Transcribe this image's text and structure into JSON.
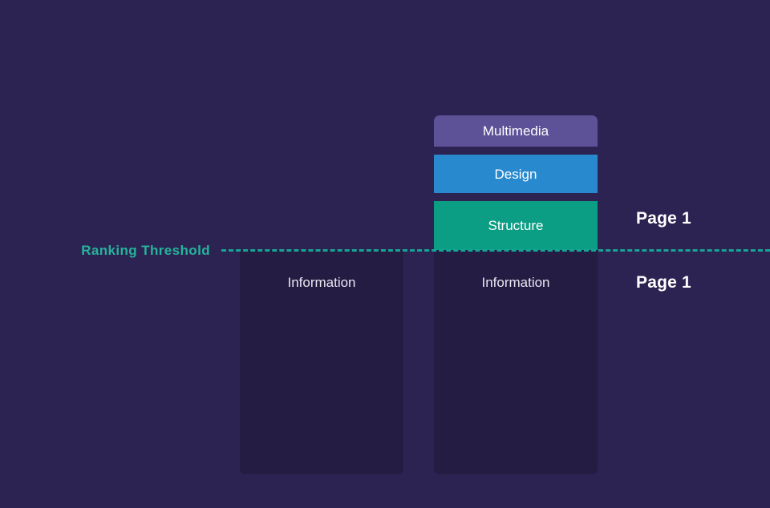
{
  "diagram": {
    "background_color": "#2c2352",
    "threshold": {
      "label": "Ranking Threshold",
      "color": "#27b39c",
      "line_style": "dashed"
    },
    "columns": [
      {
        "id": "left",
        "blocks": [
          {
            "label": "Information",
            "color": "#241c42",
            "above_threshold": false
          }
        ]
      },
      {
        "id": "right",
        "blocks": [
          {
            "label": "Multimedia",
            "color": "#5d5197",
            "above_threshold": true
          },
          {
            "label": "Design",
            "color": "#2889ce",
            "above_threshold": true
          },
          {
            "label": "Structure",
            "color": "#0c9e85",
            "above_threshold": true
          },
          {
            "label": "Information",
            "color": "#241c42",
            "above_threshold": false
          }
        ]
      }
    ],
    "markers": [
      {
        "label": "Page 1",
        "position": "above-threshold"
      },
      {
        "label": "Page 1",
        "position": "below-threshold"
      }
    ]
  }
}
